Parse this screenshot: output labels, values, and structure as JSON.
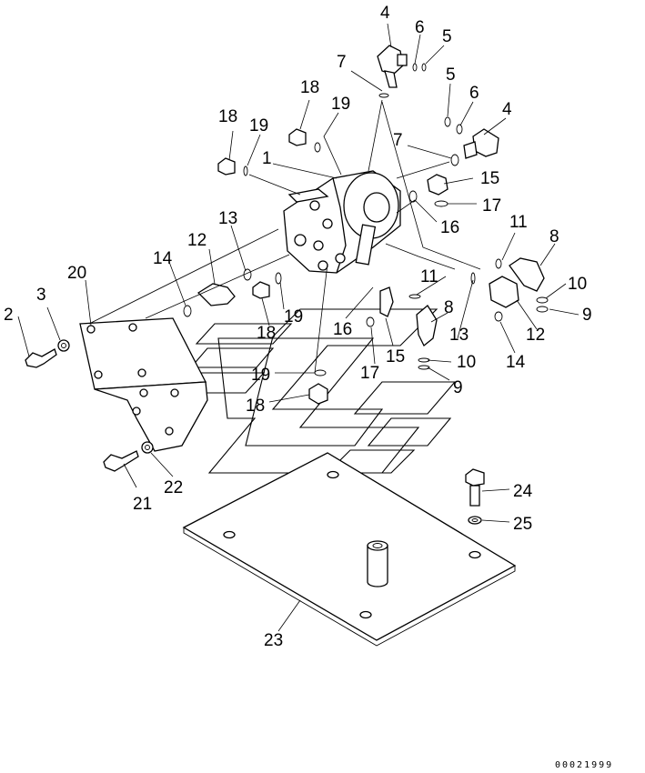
{
  "diagram": {
    "callouts": [
      {
        "id": "c4a",
        "text": "4"
      },
      {
        "id": "c6a",
        "text": "6"
      },
      {
        "id": "c5a",
        "text": "5"
      },
      {
        "id": "c7a",
        "text": "7"
      },
      {
        "id": "c18a",
        "text": "18"
      },
      {
        "id": "c19a",
        "text": "19"
      },
      {
        "id": "c18b",
        "text": "18"
      },
      {
        "id": "c19b",
        "text": "19"
      },
      {
        "id": "c5b",
        "text": "5"
      },
      {
        "id": "c6b",
        "text": "6"
      },
      {
        "id": "c4b",
        "text": "4"
      },
      {
        "id": "c7b",
        "text": "7"
      },
      {
        "id": "c1",
        "text": "1"
      },
      {
        "id": "c15a",
        "text": "15"
      },
      {
        "id": "c17a",
        "text": "17"
      },
      {
        "id": "c16a",
        "text": "16"
      },
      {
        "id": "c13a",
        "text": "13"
      },
      {
        "id": "c12a",
        "text": "12"
      },
      {
        "id": "c14a",
        "text": "14"
      },
      {
        "id": "c11a",
        "text": "11"
      },
      {
        "id": "c8a",
        "text": "8"
      },
      {
        "id": "c20",
        "text": "20"
      },
      {
        "id": "c3",
        "text": "3"
      },
      {
        "id": "c2",
        "text": "2"
      },
      {
        "id": "c11b",
        "text": "11"
      },
      {
        "id": "c10a",
        "text": "10"
      },
      {
        "id": "c9a",
        "text": "9"
      },
      {
        "id": "c8b",
        "text": "8"
      },
      {
        "id": "c12b",
        "text": "12"
      },
      {
        "id": "c19c",
        "text": "19"
      },
      {
        "id": "c18c",
        "text": "18"
      },
      {
        "id": "c16b",
        "text": "16"
      },
      {
        "id": "c13b",
        "text": "13"
      },
      {
        "id": "c15b",
        "text": "15"
      },
      {
        "id": "c14b",
        "text": "14"
      },
      {
        "id": "c10b",
        "text": "10"
      },
      {
        "id": "c17b",
        "text": "17"
      },
      {
        "id": "c9b",
        "text": "9"
      },
      {
        "id": "c19d",
        "text": "19"
      },
      {
        "id": "c18d",
        "text": "18"
      },
      {
        "id": "c24",
        "text": "24"
      },
      {
        "id": "c25",
        "text": "25"
      },
      {
        "id": "c21",
        "text": "21"
      },
      {
        "id": "c22",
        "text": "22"
      },
      {
        "id": "c23",
        "text": "23"
      }
    ],
    "drawing_number": "00021999"
  }
}
